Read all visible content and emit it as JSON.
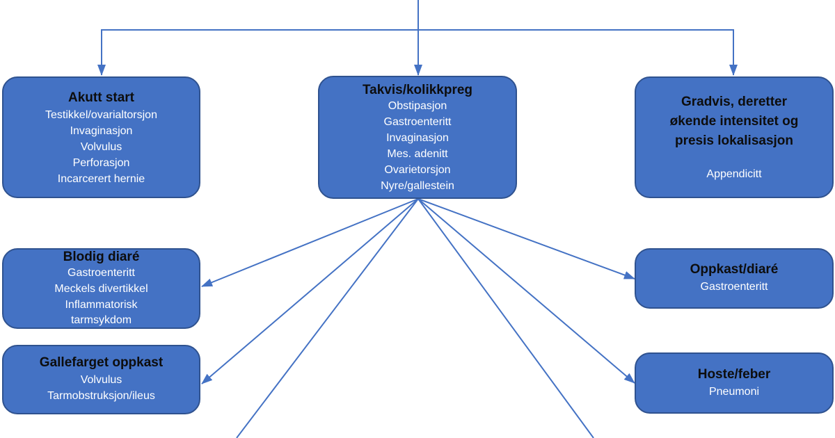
{
  "diagram": {
    "colors": {
      "node_fill": "#4472c4",
      "node_border": "#2f528f",
      "connector": "#4472c4",
      "title_text": "#0d0d0d",
      "item_text": "#ffffff"
    },
    "top_row": [
      {
        "id": "akutt-start",
        "title": "Akutt start",
        "items": [
          "Testikkel/ovarialtorsjon",
          "Invaginasjon",
          "Volvulus",
          "Perforasjon",
          "Incarcerert hernie"
        ]
      },
      {
        "id": "takvis-kolikkpreg",
        "title": "Takvis/kolikkpreg",
        "items": [
          "Obstipasjon",
          "Gastroenteritt",
          "Invaginasjon",
          "Mes. adenitt",
          "Ovarietorsjon",
          "Nyre/gallestein"
        ]
      },
      {
        "id": "gradvis",
        "title_lines": [
          "Gradvis, deretter",
          "økende intensitet og",
          "presis lokalisasjon"
        ],
        "items": [
          "Appendicitt"
        ]
      }
    ],
    "left_column": [
      {
        "id": "blodig-diare",
        "title": "Blodig diaré",
        "items": [
          "Gastroenteritt",
          "Meckels divertikkel",
          "Inflammatorisk",
          "tarmsykdom"
        ]
      },
      {
        "id": "gallefarget-oppkast",
        "title": "Gallefarget oppkast",
        "items": [
          "Volvulus",
          "Tarmobstruksjon/ileus"
        ]
      }
    ],
    "right_column": [
      {
        "id": "oppkast-diare",
        "title": "Oppkast/diaré",
        "items": [
          "Gastroenteritt"
        ]
      },
      {
        "id": "hoste-feber",
        "title": "Hoste/feber",
        "items": [
          "Pneumoni"
        ]
      }
    ]
  }
}
